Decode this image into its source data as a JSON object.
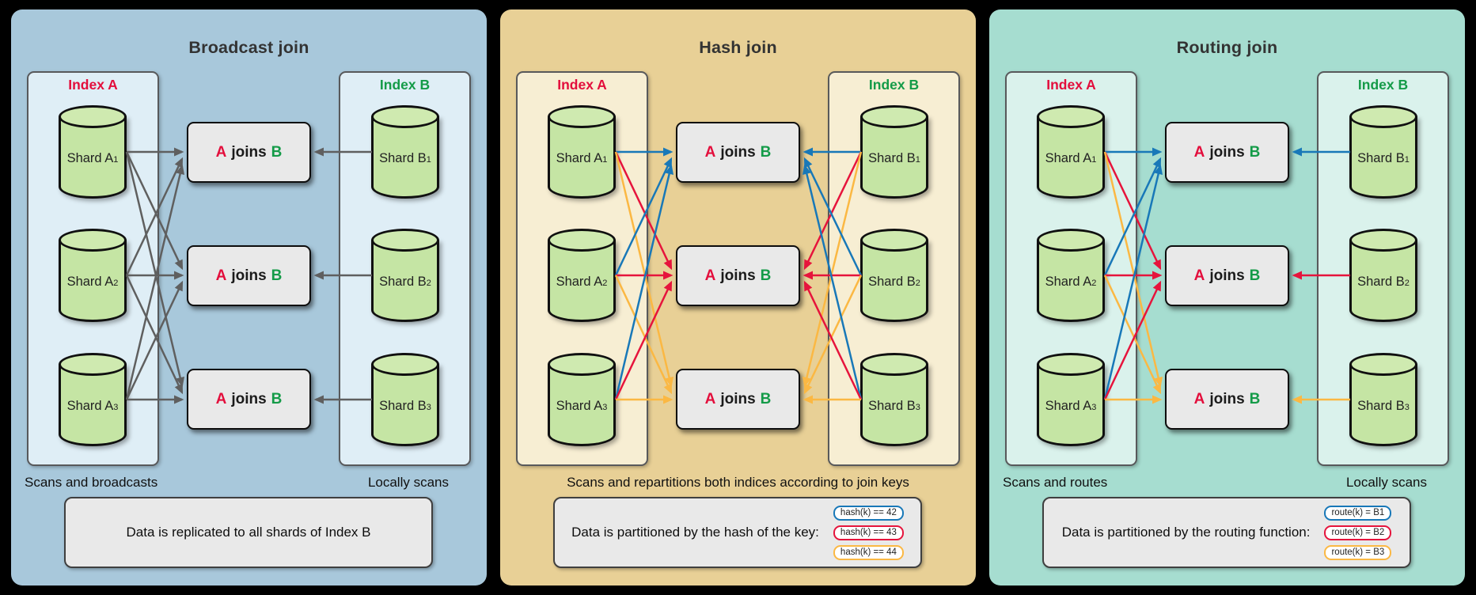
{
  "colors": {
    "gray": "#5f5f5f",
    "blue": "#1878b8",
    "red": "#e6143c",
    "yellow": "#fbb843",
    "index_a": "#e30e3c",
    "index_b": "#149b48",
    "panel1_bg": "#a8c8db",
    "panel1_box": "#dfeef6",
    "panel2_bg": "#e8d096",
    "panel2_box": "#f7eed3",
    "panel3_bg": "#a6ddd0",
    "panel3_box": "#daf2ec",
    "cylinder": "#c5e5a4",
    "cylinder_top": "#cfeab0",
    "join_box": "#e9e9e9"
  },
  "panels": [
    {
      "title": "Broadcast join",
      "index_a_label": "Index A",
      "index_b_label": "Index B",
      "shards_a": [
        {
          "name": "Shard A",
          "sub": "1"
        },
        {
          "name": "Shard A",
          "sub": "2"
        },
        {
          "name": "Shard A",
          "sub": "3"
        }
      ],
      "shards_b": [
        {
          "name": "Shard B",
          "sub": "1"
        },
        {
          "name": "Shard B",
          "sub": "2"
        },
        {
          "name": "Shard B",
          "sub": "3"
        }
      ],
      "join_label": {
        "a": "A",
        "joins": "joins",
        "b": "B"
      },
      "caption_left": "Scans and broadcasts",
      "caption_right": "Locally scans",
      "note": {
        "text": "Data is replicated to all shards of Index B",
        "pills": []
      },
      "arrows": {
        "left": [
          {
            "from": 1,
            "to": 1,
            "color": "gray"
          },
          {
            "from": 1,
            "to": 2,
            "color": "gray"
          },
          {
            "from": 1,
            "to": 3,
            "color": "gray"
          },
          {
            "from": 2,
            "to": 1,
            "color": "gray"
          },
          {
            "from": 2,
            "to": 2,
            "color": "gray"
          },
          {
            "from": 2,
            "to": 3,
            "color": "gray"
          },
          {
            "from": 3,
            "to": 1,
            "color": "gray"
          },
          {
            "from": 3,
            "to": 2,
            "color": "gray"
          },
          {
            "from": 3,
            "to": 3,
            "color": "gray"
          }
        ],
        "right": [
          {
            "from": 1,
            "to": 1,
            "color": "gray"
          },
          {
            "from": 2,
            "to": 2,
            "color": "gray"
          },
          {
            "from": 3,
            "to": 3,
            "color": "gray"
          }
        ]
      }
    },
    {
      "title": "Hash join",
      "index_a_label": "Index A",
      "index_b_label": "Index B",
      "shards_a": [
        {
          "name": "Shard A",
          "sub": "1"
        },
        {
          "name": "Shard A",
          "sub": "2"
        },
        {
          "name": "Shard A",
          "sub": "3"
        }
      ],
      "shards_b": [
        {
          "name": "Shard B",
          "sub": "1"
        },
        {
          "name": "Shard B",
          "sub": "2"
        },
        {
          "name": "Shard B",
          "sub": "3"
        }
      ],
      "join_label": {
        "a": "A",
        "joins": "joins",
        "b": "B"
      },
      "caption_center": "Scans and repartitions both indices according to join keys",
      "note": {
        "text": "Data is partitioned by the hash of the key:",
        "pills": [
          {
            "label": "hash(k) == 42",
            "color": "blue"
          },
          {
            "label": "hash(k) == 43",
            "color": "red"
          },
          {
            "label": "hash(k) == 44",
            "color": "yellow"
          }
        ]
      },
      "arrows": {
        "left": [
          {
            "from": 1,
            "to": 1,
            "color": "blue"
          },
          {
            "from": 1,
            "to": 2,
            "color": "red"
          },
          {
            "from": 1,
            "to": 3,
            "color": "yellow"
          },
          {
            "from": 2,
            "to": 1,
            "color": "blue"
          },
          {
            "from": 2,
            "to": 2,
            "color": "red"
          },
          {
            "from": 2,
            "to": 3,
            "color": "yellow"
          },
          {
            "from": 3,
            "to": 1,
            "color": "blue"
          },
          {
            "from": 3,
            "to": 2,
            "color": "red"
          },
          {
            "from": 3,
            "to": 3,
            "color": "yellow"
          }
        ],
        "right": [
          {
            "from": 1,
            "to": 1,
            "color": "blue"
          },
          {
            "from": 1,
            "to": 2,
            "color": "red"
          },
          {
            "from": 1,
            "to": 3,
            "color": "yellow"
          },
          {
            "from": 2,
            "to": 1,
            "color": "blue"
          },
          {
            "from": 2,
            "to": 2,
            "color": "red"
          },
          {
            "from": 2,
            "to": 3,
            "color": "yellow"
          },
          {
            "from": 3,
            "to": 1,
            "color": "blue"
          },
          {
            "from": 3,
            "to": 2,
            "color": "red"
          },
          {
            "from": 3,
            "to": 3,
            "color": "yellow"
          }
        ]
      }
    },
    {
      "title": "Routing join",
      "index_a_label": "Index A",
      "index_b_label": "Index B",
      "shards_a": [
        {
          "name": "Shard A",
          "sub": "1"
        },
        {
          "name": "Shard A",
          "sub": "2"
        },
        {
          "name": "Shard A",
          "sub": "3"
        }
      ],
      "shards_b": [
        {
          "name": "Shard B",
          "sub": "1"
        },
        {
          "name": "Shard B",
          "sub": "2"
        },
        {
          "name": "Shard B",
          "sub": "3"
        }
      ],
      "join_label": {
        "a": "A",
        "joins": "joins",
        "b": "B"
      },
      "caption_left": "Scans and routes",
      "caption_right": "Locally scans",
      "note": {
        "text": "Data is partitioned by the routing function:",
        "pills": [
          {
            "label": "route(k) = B1",
            "color": "blue"
          },
          {
            "label": "route(k) = B2",
            "color": "red"
          },
          {
            "label": "route(k) = B3",
            "color": "yellow"
          }
        ]
      },
      "arrows": {
        "left": [
          {
            "from": 1,
            "to": 1,
            "color": "blue"
          },
          {
            "from": 1,
            "to": 2,
            "color": "red"
          },
          {
            "from": 1,
            "to": 3,
            "color": "yellow"
          },
          {
            "from": 2,
            "to": 1,
            "color": "blue"
          },
          {
            "from": 2,
            "to": 2,
            "color": "red"
          },
          {
            "from": 2,
            "to": 3,
            "color": "yellow"
          },
          {
            "from": 3,
            "to": 1,
            "color": "blue"
          },
          {
            "from": 3,
            "to": 2,
            "color": "red"
          },
          {
            "from": 3,
            "to": 3,
            "color": "yellow"
          }
        ],
        "right": [
          {
            "from": 1,
            "to": 1,
            "color": "blue"
          },
          {
            "from": 2,
            "to": 2,
            "color": "red"
          },
          {
            "from": 3,
            "to": 3,
            "color": "yellow"
          }
        ]
      }
    }
  ]
}
